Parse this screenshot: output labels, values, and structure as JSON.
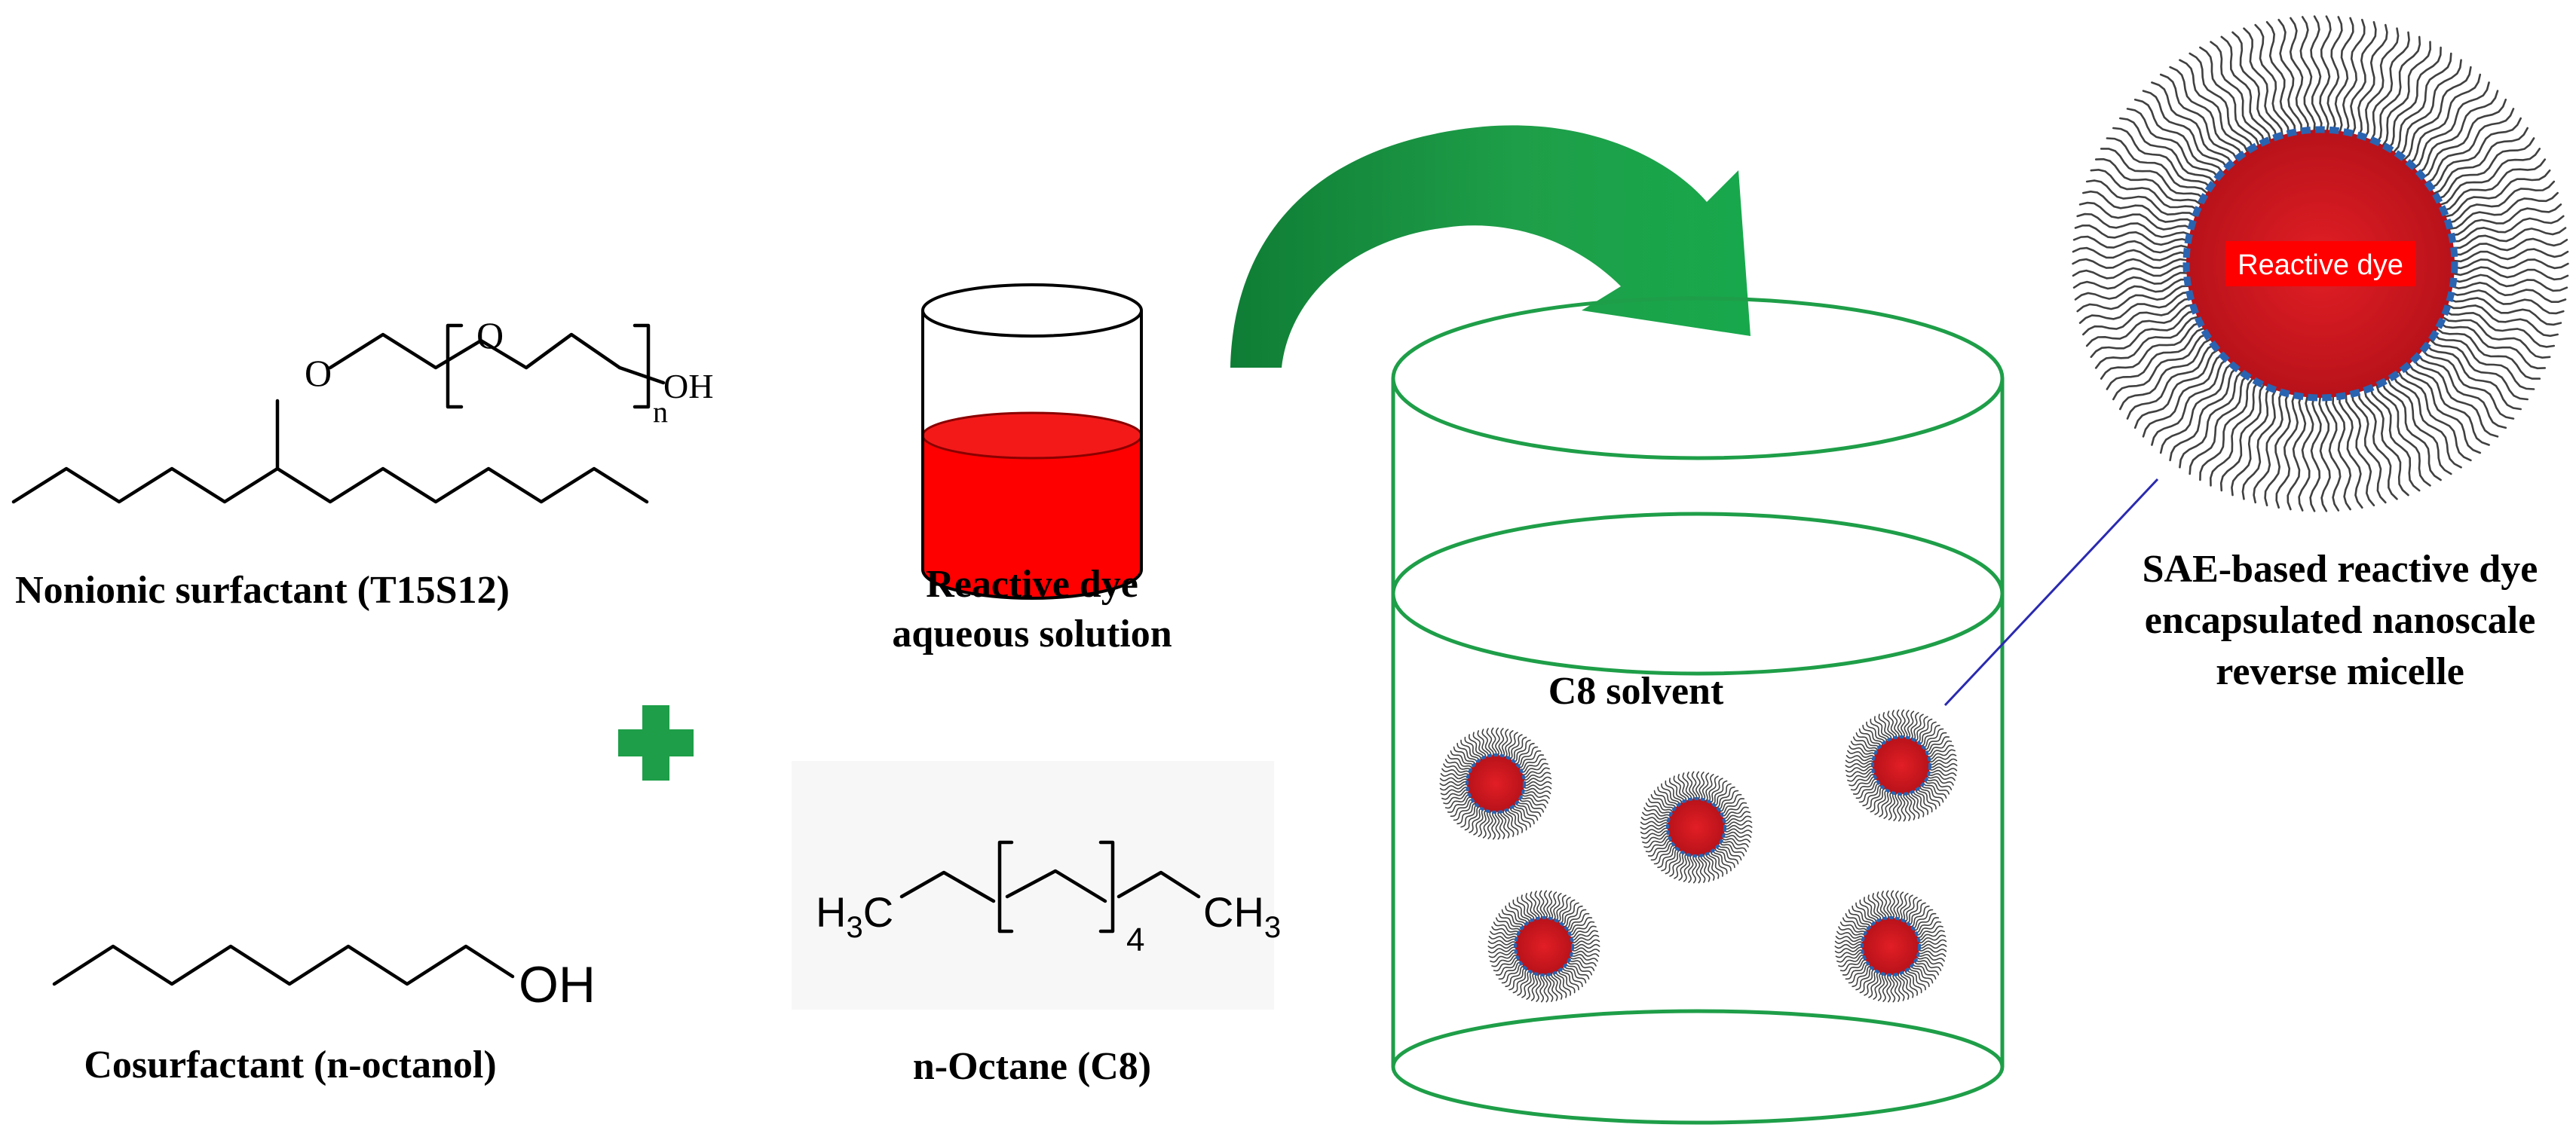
{
  "labels": {
    "surfactant": "Nonionic surfactant (T15S12)",
    "cosurfactant": "Cosurfactant (n-octanol)",
    "dye_solution_line1": "Reactive dye",
    "dye_solution_line2": "aqueous solution",
    "octane": "n-Octane (C8)",
    "solvent": "C8 solvent",
    "micelle_line1": "SAE-based reactive dye",
    "micelle_line2": "encapsulated  nanoscale",
    "micelle_line3": "reverse micelle",
    "micelle_core": "Reactive dye"
  },
  "chem": {
    "o": "O",
    "oh": "OH",
    "n": "n",
    "octanol_oh": "OH",
    "h3c": "H",
    "h3c_sub": "3",
    "h3c_c": "C",
    "ch3_c": "CH",
    "ch3_sub": "3",
    "repeat_n": "4"
  },
  "colors": {
    "dye_red": "#e00000",
    "micelle_core": "#d0161c",
    "micelle_label_bg": "#ff0000",
    "green": "#1e9e48",
    "green_dark": "#0f7d35",
    "tail_dark": "#404040",
    "head_blue": "#2a63b0"
  }
}
